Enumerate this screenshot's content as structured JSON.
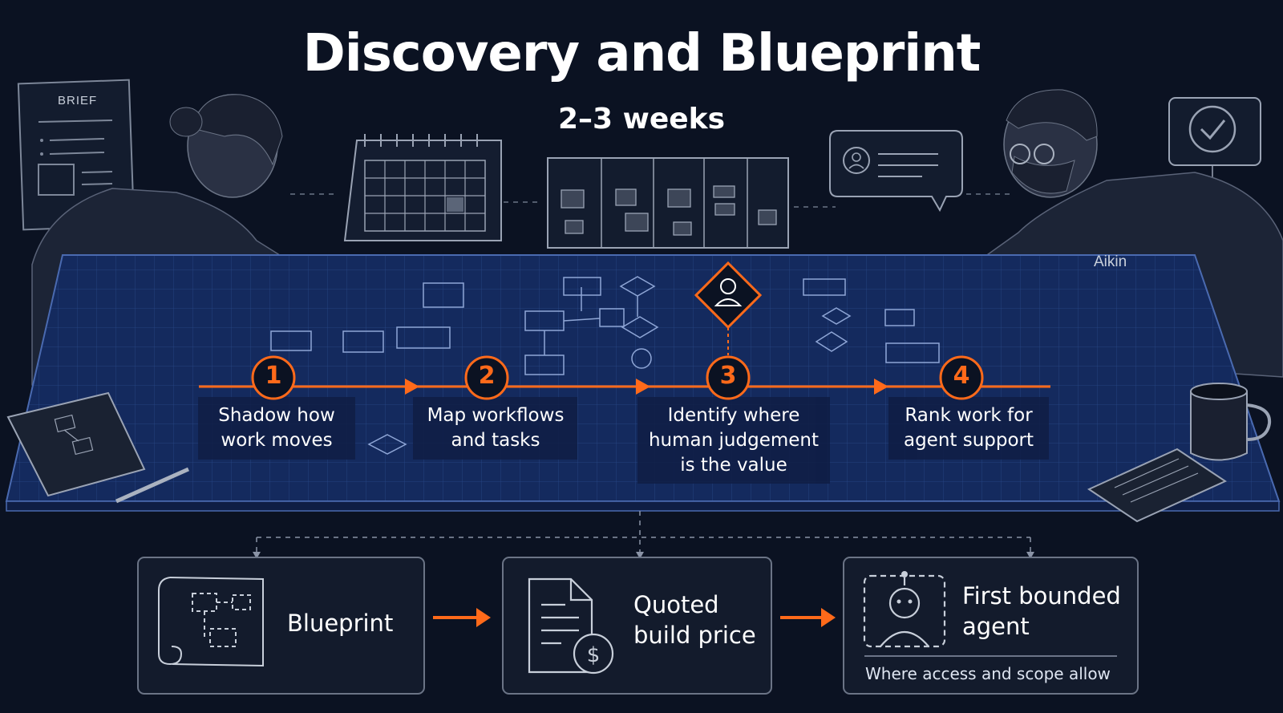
{
  "header": {
    "title": "Discovery and Blueprint",
    "subtitle": "2–3 weeks"
  },
  "props": {
    "brief_label": "BRIEF",
    "shirt_label": "Aikin"
  },
  "steps": [
    {
      "number": "1",
      "lines": [
        "Shadow how",
        "work moves"
      ]
    },
    {
      "number": "2",
      "lines": [
        "Map workflows",
        "and tasks"
      ]
    },
    {
      "number": "3",
      "lines": [
        "Identify where",
        "human judgement",
        "is the value"
      ]
    },
    {
      "number": "4",
      "lines": [
        "Rank work for",
        "agent support"
      ]
    }
  ],
  "outputs": [
    {
      "lines": [
        "Blueprint"
      ],
      "icon": "blueprint-scroll-icon"
    },
    {
      "lines": [
        "Quoted",
        "build price"
      ],
      "icon": "invoice-dollar-icon"
    },
    {
      "lines": [
        "First bounded",
        "agent"
      ],
      "note": "Where access and scope allow",
      "icon": "robot-icon"
    }
  ],
  "colors": {
    "background": "#0b1222",
    "table": "#142a5e",
    "accent": "#ff6a1a",
    "text": "#ffffff"
  }
}
